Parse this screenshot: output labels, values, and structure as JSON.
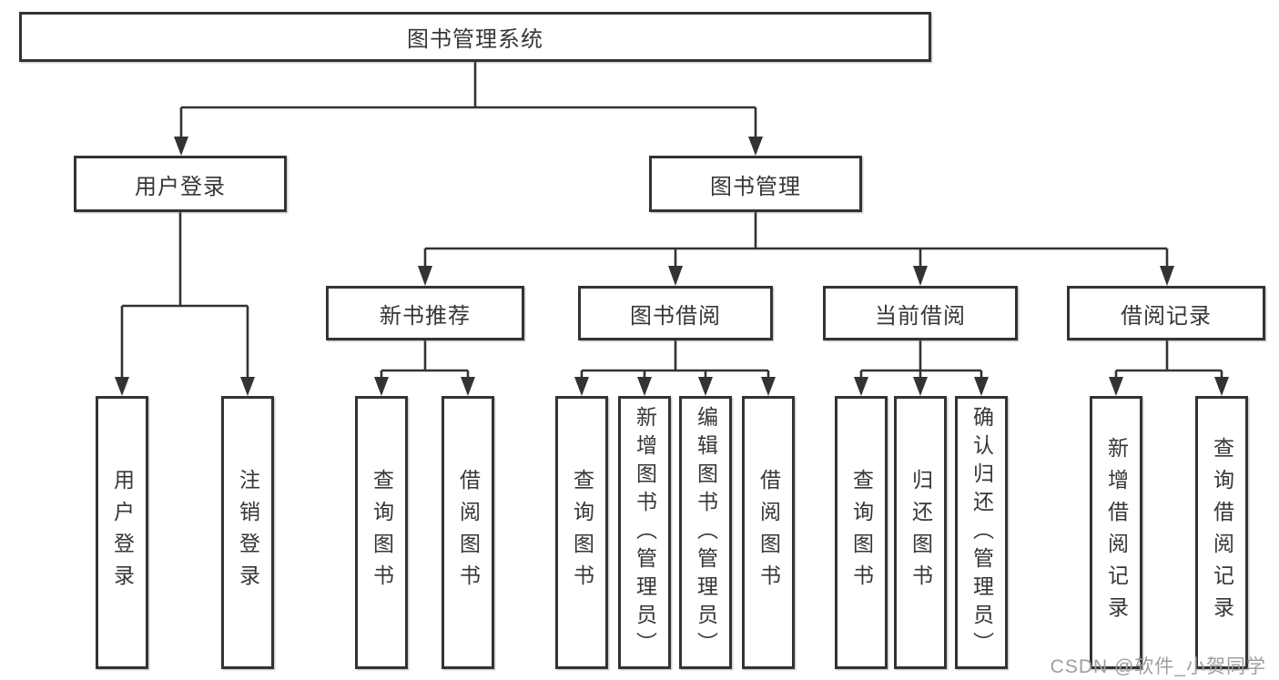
{
  "tree": {
    "label": "图书管理系统",
    "children": [
      {
        "label": "用户登录",
        "children": [
          {
            "label": "用户登录"
          },
          {
            "label": "注销登录"
          }
        ]
      },
      {
        "label": "图书管理",
        "children": [
          {
            "label": "新书推荐",
            "children": [
              {
                "label": "查询图书"
              },
              {
                "label": "借阅图书"
              }
            ]
          },
          {
            "label": "图书借阅",
            "children": [
              {
                "label": "查询图书"
              },
              {
                "label": "新增图书（管理员）"
              },
              {
                "label": "编辑图书（管理员）"
              },
              {
                "label": "借阅图书"
              }
            ]
          },
          {
            "label": "当前借阅",
            "children": [
              {
                "label": "查询图书"
              },
              {
                "label": "归还图书"
              },
              {
                "label": "确认归还（管理员）"
              }
            ]
          },
          {
            "label": "借阅记录",
            "children": [
              {
                "label": "新增借阅记录"
              },
              {
                "label": "查询借阅记录"
              }
            ]
          }
        ]
      }
    ]
  },
  "watermark": "CSDN @软件_小贺同学",
  "colors": {
    "line": "#333333",
    "box_border": "#333333",
    "text": "#363636",
    "watermark": "#9e9ea0",
    "background": "#ffffff"
  }
}
